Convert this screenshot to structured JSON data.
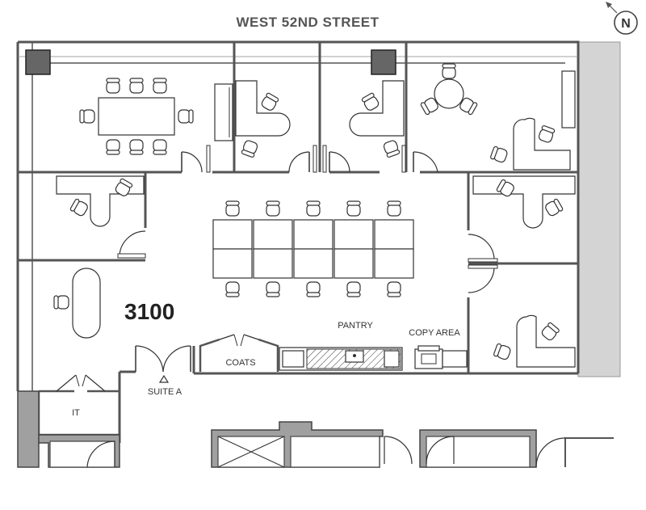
{
  "plan": {
    "street": "WEST 52ND STREET",
    "compass": "N",
    "suite_number": "3100",
    "entrance": "SUITE A",
    "labels": {
      "pantry": "PANTRY",
      "copy_area": "COPY AREA",
      "coats": "COATS",
      "it": "IT"
    }
  },
  "colors": {
    "wall": "#555555",
    "column": "#666666",
    "shaft": "#cfcfcf"
  }
}
